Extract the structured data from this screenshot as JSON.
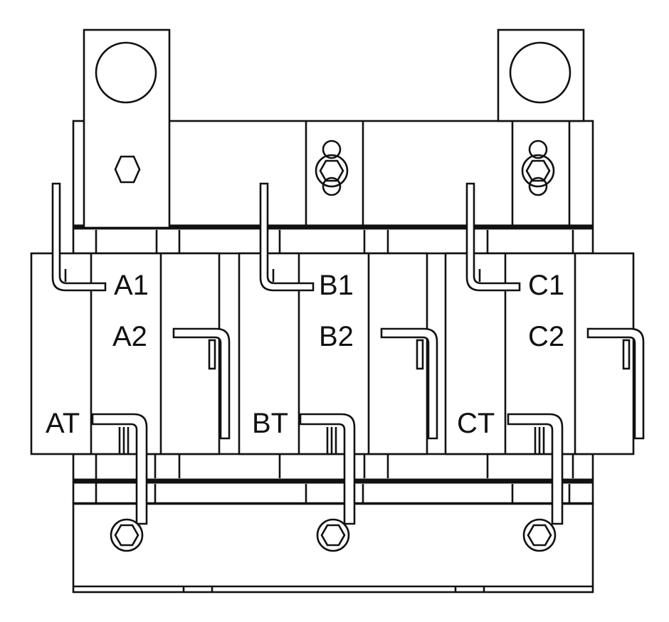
{
  "labels": {
    "a1": "A1",
    "a2": "A2",
    "at": "AT",
    "b1": "B1",
    "b2": "B2",
    "bt": "BT",
    "c1": "C1",
    "c2": "C2",
    "ct": "CT"
  },
  "colors": {
    "line": "#111111",
    "background": "#ffffff"
  }
}
